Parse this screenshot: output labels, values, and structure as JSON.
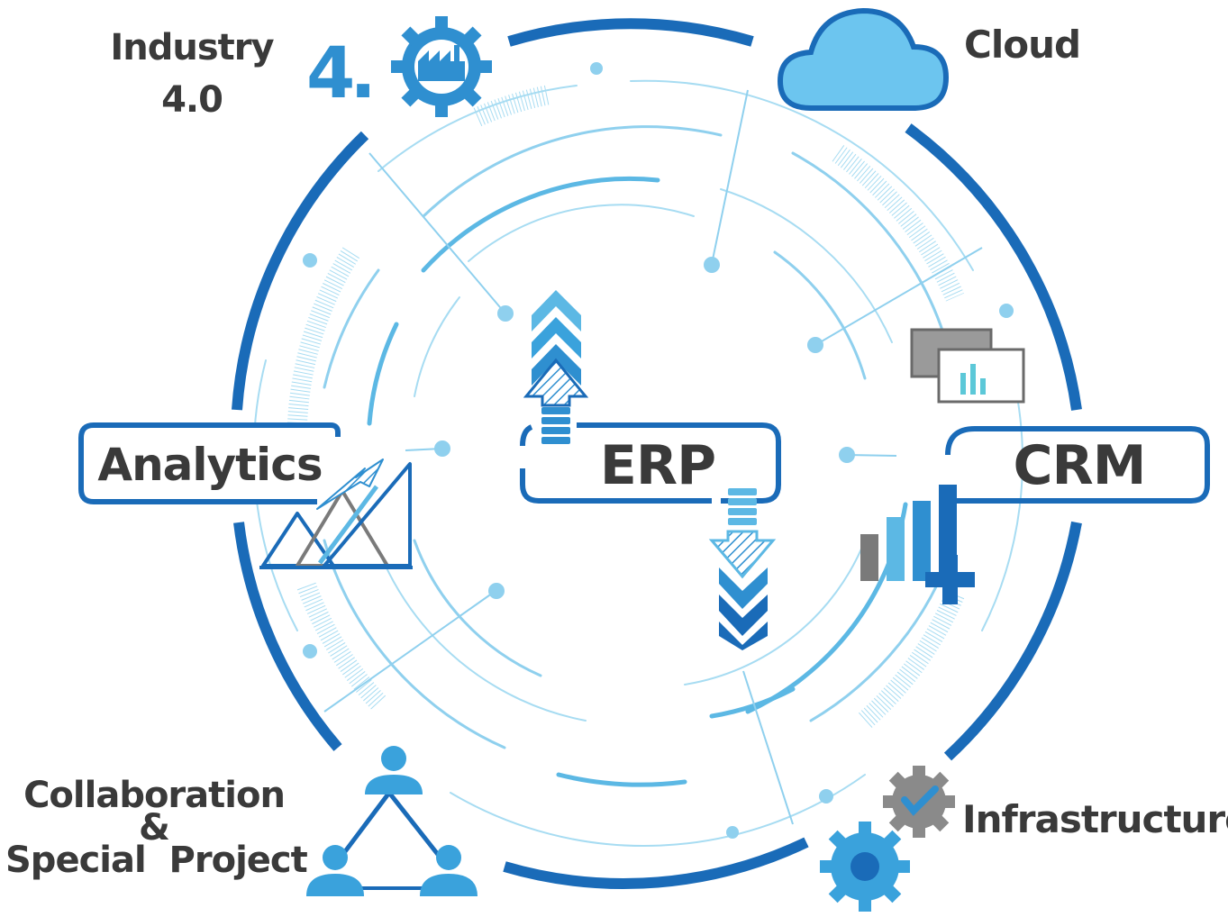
{
  "labels": {
    "industry": [
      "Industry",
      "4.0"
    ],
    "cloud": "Cloud",
    "collaboration": [
      "Collaboration",
      "&",
      "Special  Project"
    ],
    "infrastructure": "Infrastructure"
  },
  "boxes": {
    "analytics": "Analytics",
    "erp": "ERP",
    "crm": "CRM"
  },
  "industry_badge": "4.",
  "colors": {
    "ring": "#1a6bb8",
    "light": "#5cb8e4",
    "pale": "#a7dcf2",
    "text": "#3a3a3a",
    "gray": "#7a7a7a",
    "cloud_fill": "#6cc5ef"
  }
}
